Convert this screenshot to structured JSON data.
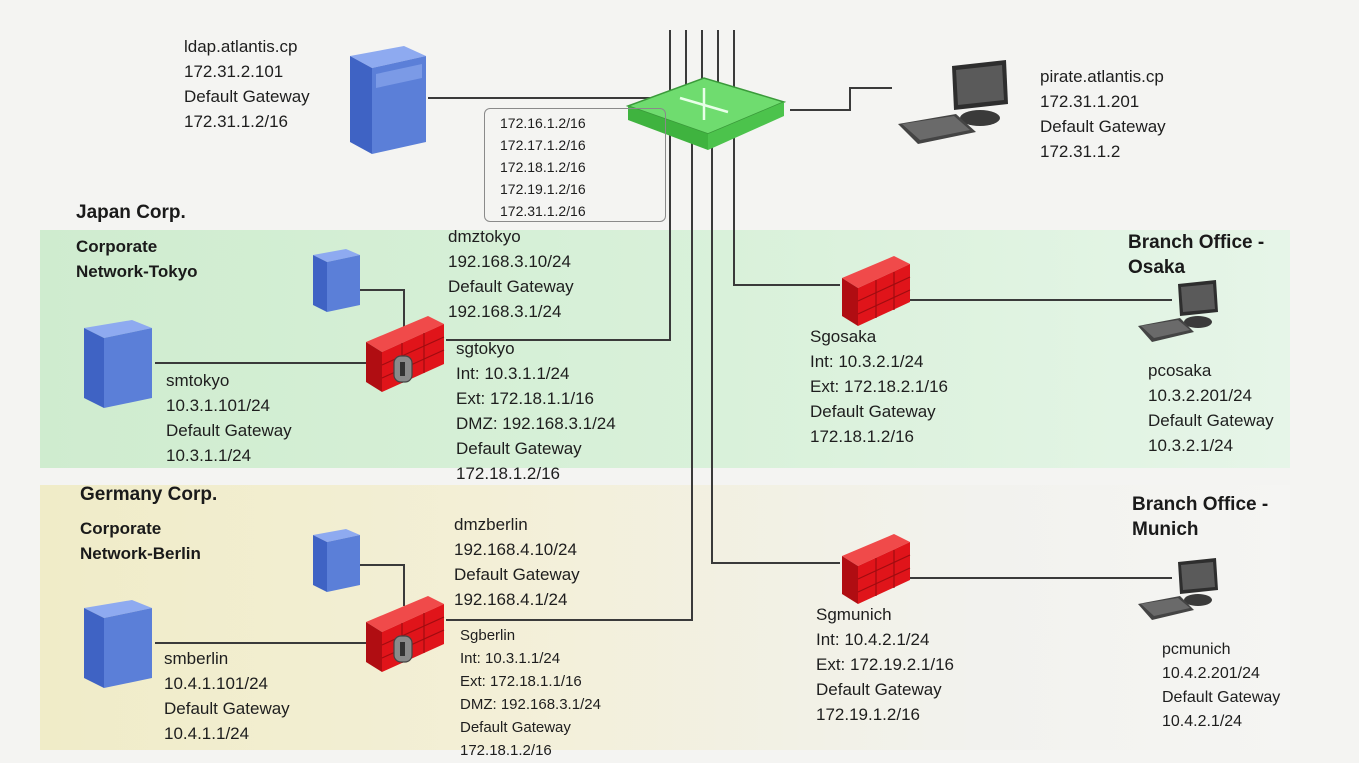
{
  "title": "Network Diagram",
  "zones": {
    "tokyo": {
      "company": "Japan Corp.",
      "network_lines": [
        "Corporate",
        "Network-Tokyo"
      ]
    },
    "berlin": {
      "company": "Germany Corp.",
      "network_lines": [
        "Corporate",
        "Network-Berlin"
      ]
    }
  },
  "branches": {
    "osaka": [
      "Branch Office -",
      "Osaka"
    ],
    "munich": [
      "Branch Office -",
      "Munich"
    ]
  },
  "devices": {
    "ldap": [
      "ldap.atlantis.cp",
      "172.31.2.101",
      "Default Gateway",
      "172.31.1.2/16"
    ],
    "pirate": [
      "pirate.atlantis.cp",
      "172.31.1.201",
      "Default Gateway",
      "172.31.1.2"
    ],
    "dmztokyo": [
      "dmztokyo",
      "192.168.3.10/24",
      "Default Gateway",
      "192.168.3.1/24"
    ],
    "smtokyo": [
      "smtokyo",
      "10.3.1.101/24",
      "Default Gateway",
      "10.3.1.1/24"
    ],
    "sgtokyo": [
      "sgtokyo",
      "Int: 10.3.1.1/24",
      "Ext: 172.18.1.1/16",
      "DMZ: 192.168.3.1/24",
      "Default Gateway",
      "172.18.1.2/16"
    ],
    "sgosaka": [
      "Sgosaka",
      "Int: 10.3.2.1/24",
      "Ext: 172.18.2.1/16",
      "Default Gateway",
      "172.18.1.2/16"
    ],
    "pcosaka": [
      "pcosaka",
      "10.3.2.201/24",
      "Default Gateway",
      "10.3.2.1/24"
    ],
    "dmzberlin": [
      "dmzberlin",
      "192.168.4.10/24",
      "Default Gateway",
      "192.168.4.1/24"
    ],
    "smberlin": [
      "smberlin",
      "10.4.1.101/24",
      "Default Gateway",
      "10.4.1.1/24"
    ],
    "sgberlin": [
      "Sgberlin",
      "Int: 10.3.1.1/24",
      "Ext: 172.18.1.1/16",
      "DMZ: 192.168.3.1/24",
      "Default Gateway",
      "172.18.1.2/16"
    ],
    "sgmunich": [
      "Sgmunich",
      "Int: 10.4.2.1/24",
      "Ext: 172.19.2.1/16",
      "Default Gateway",
      "172.19.1.2/16"
    ],
    "pcmunich": [
      "pcmunich",
      "10.4.2.201/24",
      "Default Gateway",
      "10.4.2.1/24"
    ]
  },
  "router_subnets": [
    "172.16.1.2/16",
    "172.17.1.2/16",
    "172.18.1.2/16",
    "172.19.1.2/16",
    "172.31.1.2/16"
  ],
  "colors": {
    "router": "#5ccf5c",
    "firewall": "#e0141a",
    "server": "#5b7fd8",
    "tokyo_zone": "#d4eed5",
    "berlin_zone": "#f1edcf",
    "line": "#3a3a3a"
  },
  "icons": {
    "router": "router-icon",
    "firewall": "firewall-icon",
    "server": "server-icon",
    "workstation": "workstation-icon"
  }
}
